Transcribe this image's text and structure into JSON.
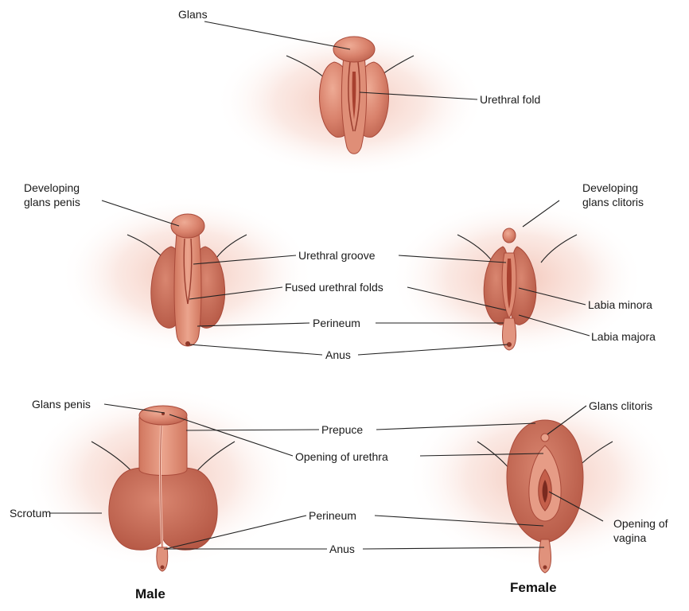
{
  "labels": {
    "glans": "Glans",
    "urethral_fold": "Urethral fold",
    "developing_glans_penis_line1": "Developing",
    "developing_glans_penis_line2": "glans penis",
    "developing_glans_clitoris_line1": "Developing",
    "developing_glans_clitoris_line2": "glans clitoris",
    "urethral_groove": "Urethral groove",
    "fused_urethral_folds": "Fused urethral folds",
    "perineum_mid": "Perineum",
    "anus_mid": "Anus",
    "labia_minora": "Labia minora",
    "labia_majora": "Labia majora",
    "glans_penis": "Glans penis",
    "prepuce": "Prepuce",
    "opening_of_urethra": "Opening of urethra",
    "glans_clitoris": "Glans clitoris",
    "scrotum": "Scrotum",
    "perineum_bottom": "Perineum",
    "anus_bottom": "Anus",
    "opening_of_vagina_line1": "Opening of",
    "opening_of_vagina_line2": "vagina"
  },
  "captions": {
    "male": "Male",
    "female": "Female"
  },
  "colors": {
    "skin_base": "#d9826c",
    "skin_light": "#eea58f",
    "skin_dark": "#b85a47",
    "skin_shadow": "#9e4535",
    "halo": "#f6d4cb",
    "line": "#222222",
    "text": "#1a1a1a"
  }
}
